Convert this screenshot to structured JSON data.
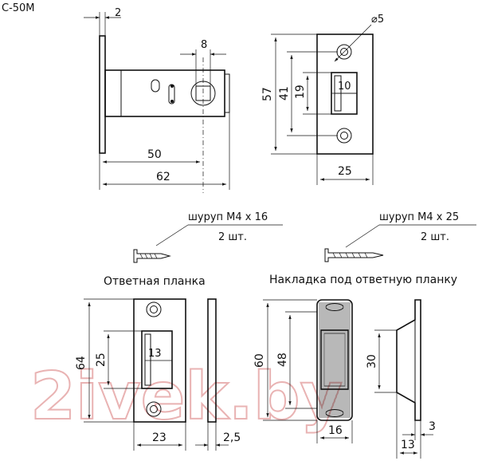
{
  "model": "С-50М",
  "watermark": "2ivek.by",
  "dimensions": {
    "plate_thickness": "2",
    "square_hole": "8",
    "backset": "50",
    "length": "62",
    "hole_diameter": "⌀5",
    "faceplate_height": "57",
    "hole_spacing": "41",
    "latch_opening_height": "19",
    "latch_opening_width": "10",
    "faceplate_width": "25",
    "strike_height": "64",
    "strike_opening_height": "25",
    "strike_opening_width": "13",
    "strike_width": "23",
    "strike_thickness": "2,5",
    "cover_height": "60",
    "cover_inner_height": "48",
    "cover_width": "16",
    "profile_height": "30",
    "profile_depth": "13",
    "profile_offset": "3"
  },
  "screws": {
    "left_label": "шуруп М4 х 16",
    "left_qty": "2 шт.",
    "right_label": "шуруп М4 х 25",
    "right_qty": "2 шт."
  },
  "titles": {
    "strike_plate": "Ответная планка",
    "cover_plate": "Накладка под ответную планку"
  }
}
